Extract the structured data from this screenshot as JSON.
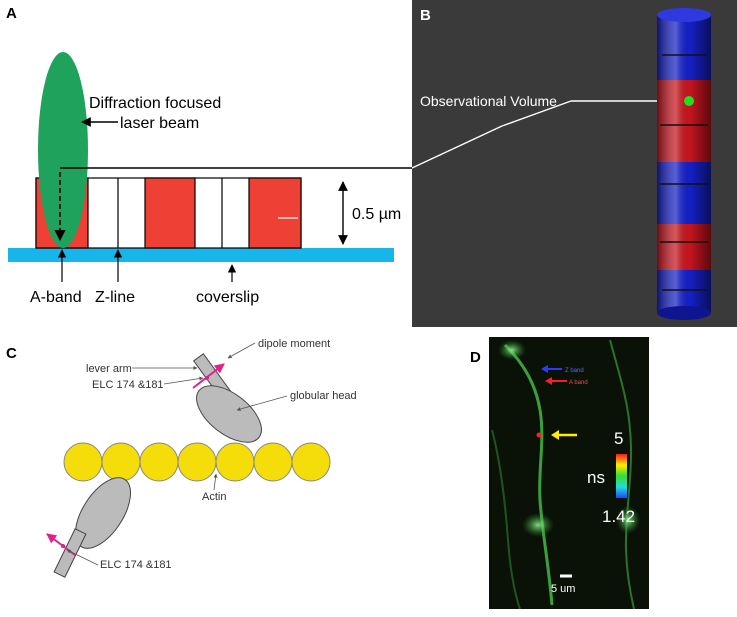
{
  "panels": {
    "a": {
      "letter": "A",
      "beam_label_line1": "Diffraction focused",
      "beam_label_line2": "laser beam",
      "thickness_label": "0.5 µm",
      "label_a_band": "A-band",
      "label_z_line": "Z-line",
      "label_coverslip": "coverslip"
    },
    "b": {
      "letter": "B",
      "observational_volume": "Observational Volume"
    },
    "c": {
      "letter": "C",
      "dipole_moment": "dipole moment",
      "lever_arm": "lever arm",
      "elc_top": "ELC 174 &181",
      "globular_head": "globular head",
      "actin": "Actin",
      "elc_bottom": "ELC 174 &181"
    },
    "d": {
      "letter": "D",
      "z_band_label": "Z band",
      "a_band_label": "A band",
      "scale_max": "5",
      "scale_unit": "ns",
      "scale_min": "1.42",
      "scale_bar": "5 um"
    }
  },
  "colors": {
    "a_band": "#ee4035",
    "beam": "#1fa35c",
    "coverslip": "#16b6ea",
    "b_background": "#3a3a3a",
    "b_blue": "#1520c8",
    "b_red": "#c8141e",
    "marker_green": "#22dd22",
    "actin": "#f5dd0a",
    "myosin": "#bbbbbb",
    "dipole": "#e0218a",
    "d_background": "#0a1208",
    "fluorescence": "#4bd14b",
    "arrow_blue": "#2b3cff",
    "arrow_red": "#ff1d1d",
    "arrow_yellow": "#ffee00"
  }
}
